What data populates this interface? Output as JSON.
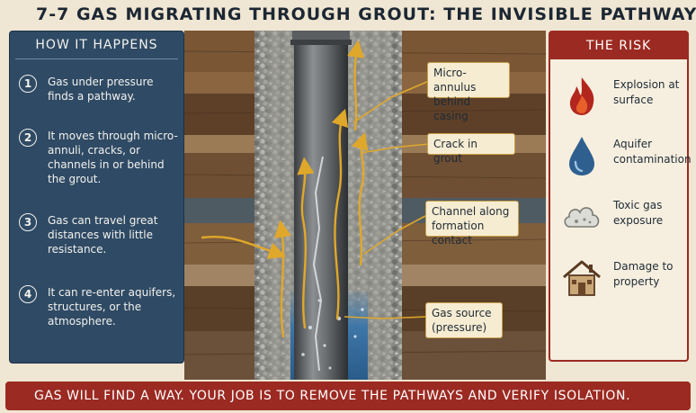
{
  "title": "7-7  GAS MIGRATING THROUGH GROUT: THE INVISIBLE PATHWAY",
  "left_panel": {
    "heading": "HOW IT HAPPENS",
    "steps": [
      {
        "num": "1",
        "text": "Gas under pressure finds a pathway."
      },
      {
        "num": "2",
        "text": "It moves through micro-annuli, cracks, or channels in or behind the grout."
      },
      {
        "num": "3",
        "text": "Gas can travel great distances with little resistance."
      },
      {
        "num": "4",
        "text": "It can re-enter aquifers, structures, or the atmosphere."
      }
    ]
  },
  "callouts": {
    "micro_annulus": "Micro-annulus behind casing",
    "crack": "Crack in grout",
    "channel": "Channel along formation contact",
    "source": "Gas source (pressure)"
  },
  "right_panel": {
    "heading": "THE RISK",
    "risks": [
      {
        "icon": "flame-icon",
        "label": "Explosion at surface"
      },
      {
        "icon": "water-drop-icon",
        "label": "Aquifer contamination"
      },
      {
        "icon": "toxic-cloud-icon",
        "label": "Toxic gas exposure"
      },
      {
        "icon": "house-icon",
        "label": "Damage to property"
      }
    ]
  },
  "banner": "GAS WILL FIND A WAY.  YOUR JOB IS TO REMOVE THE PATHWAYS AND VERIFY ISOLATION.",
  "colors": {
    "accent_red": "#9b2a22",
    "panel_blue": "#2f4a64",
    "arrow_gold": "#e0a82a",
    "background": "#efe6d3"
  }
}
